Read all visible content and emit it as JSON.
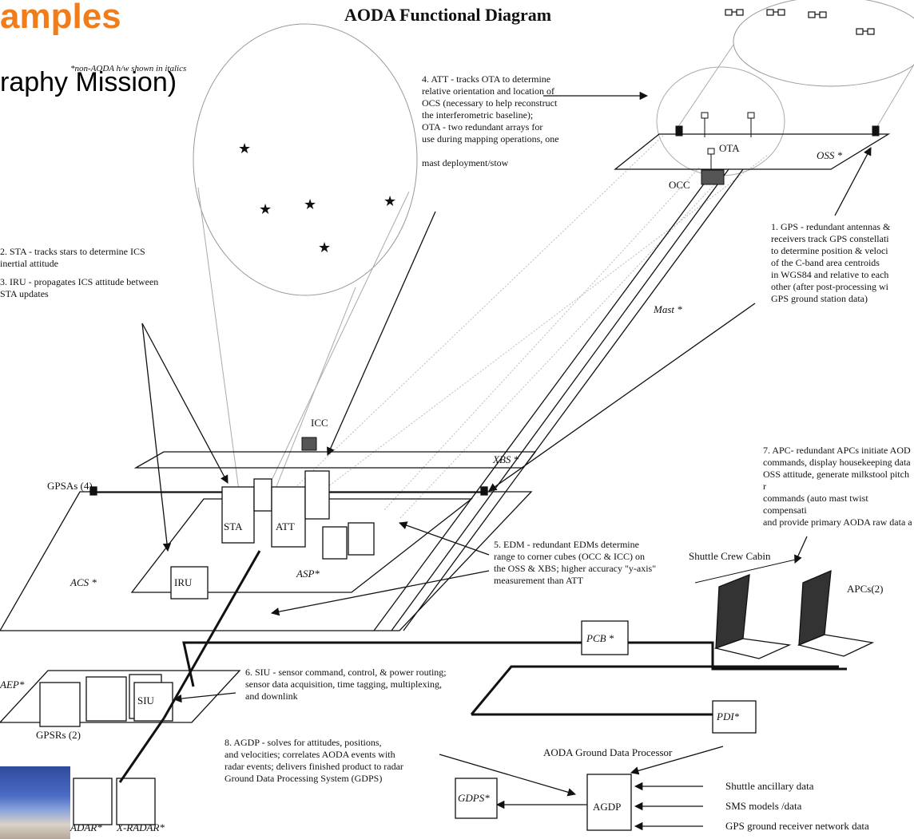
{
  "slide": {
    "title_fragment": "amples",
    "mission_fragment": "raphy Mission)"
  },
  "diagram": {
    "title": "AODA Functional Diagram",
    "legend_note": "*non-AODA h/w shown in italics"
  },
  "annotations": {
    "att": "4.  ATT - tracks OTA to determine\nrelative orientation and location of\nOCS (necessary to help reconstruct\nthe interferometric baseline);\nOTA - two redundant arrays for\nuse during mapping operations, one\n\nmast deployment/stow",
    "sta": "2.  STA - tracks stars to determine ICS\ninertial attitude",
    "iru": "3.  IRU - propagates ICS attitude between\nSTA updates",
    "gps": "1.  GPS - redundant antennas &\nreceivers track GPS constellati\nto determine position & veloci\nof the C-band area centroids\nin WGS84 and relative to each\nother (after post-processing wi\nGPS ground station data)",
    "apc": "7.  APC- redundant APCs initiate AOD\ncommands,  display housekeeping data\nOSS attitude, generate milkstool pitch r\ncommands (auto mast twist compensati\nand provide primary AODA raw data a",
    "edm": "5.  EDM - redundant EDMs determine\nrange to corner cubes (OCC & ICC) on\nthe OSS & XBS; higher accuracy \"y-axis\"\nmeasurement than ATT",
    "siu": "6.  SIU - sensor command, control, & power routing;\nsensor data acquisition, time tagging, multiplexing,\nand downlink",
    "agdp": "8.  AGDP - solves for attitudes, positions,\nand velocities; correlates AODA events with\nradar events; delivers finished product to radar\nGround Data Processing System (GDPS)"
  },
  "labels": {
    "ota": "OTA",
    "oss": "OSS *",
    "occ": "OCC",
    "mast": "Mast *",
    "icc": "ICC",
    "xbs": "XBS *",
    "gpsas": "GPSAs (4)",
    "sta": "STA",
    "att": "ATT",
    "iru": "IRU",
    "acs": "ACS *",
    "asp": "ASP*",
    "shuttle_crew_cabin": "Shuttle Crew Cabin",
    "apcs": "APCs(2)",
    "pcb": "PCB *",
    "aep": "AEP*",
    "siu": "SIU",
    "gpsrs": "GPSRs (2)",
    "pdi": "PDI*",
    "agdp_header": "AODA Ground Data Processor",
    "agdp": "AGDP",
    "gdps": "GDPS*",
    "radar_left": "ADAR*",
    "radar_right": "X-RADAR*",
    "input_shuttle": "Shuttle ancillary data",
    "input_sms": "SMS models /data",
    "input_gps": "GPS ground receiver network data"
  }
}
